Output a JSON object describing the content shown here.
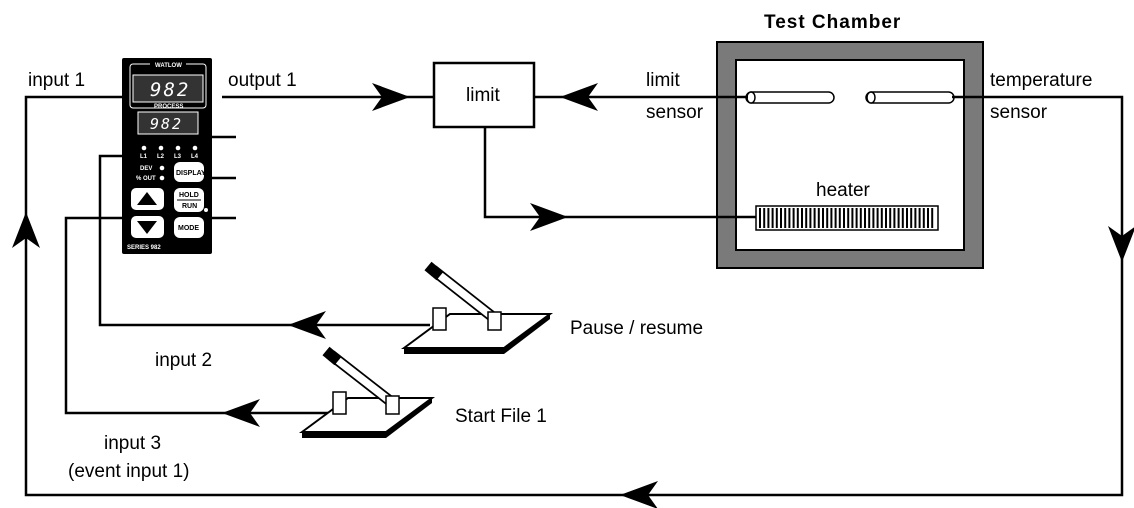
{
  "chamber": {
    "title": "Test Chamber"
  },
  "labels": {
    "input1": "input 1",
    "output1": "output 1",
    "limit_box": "limit",
    "limit_sensor_line1": "limit",
    "limit_sensor_line2": "sensor",
    "temp_sensor_line1": "temperature",
    "temp_sensor_line2": "sensor",
    "heater": "heater",
    "pause_resume": "Pause / resume",
    "input2": "input 2",
    "start_file": "Start File 1",
    "input3_line1": "input 3",
    "input3_line2": "(event input 1)"
  },
  "controller": {
    "brand": "WATLOW",
    "display_top": "982",
    "process_label": "PROCESS",
    "display_bottom": "982",
    "leds": [
      "L1",
      "L2",
      "L3",
      "L4"
    ],
    "dev_label": "DEV",
    "out_label": "% OUT",
    "display_button": "DISPLAY",
    "hold_label": "HOLD",
    "run_label": "RUN",
    "mode_button": "MODE",
    "series": "SERIES 982"
  }
}
